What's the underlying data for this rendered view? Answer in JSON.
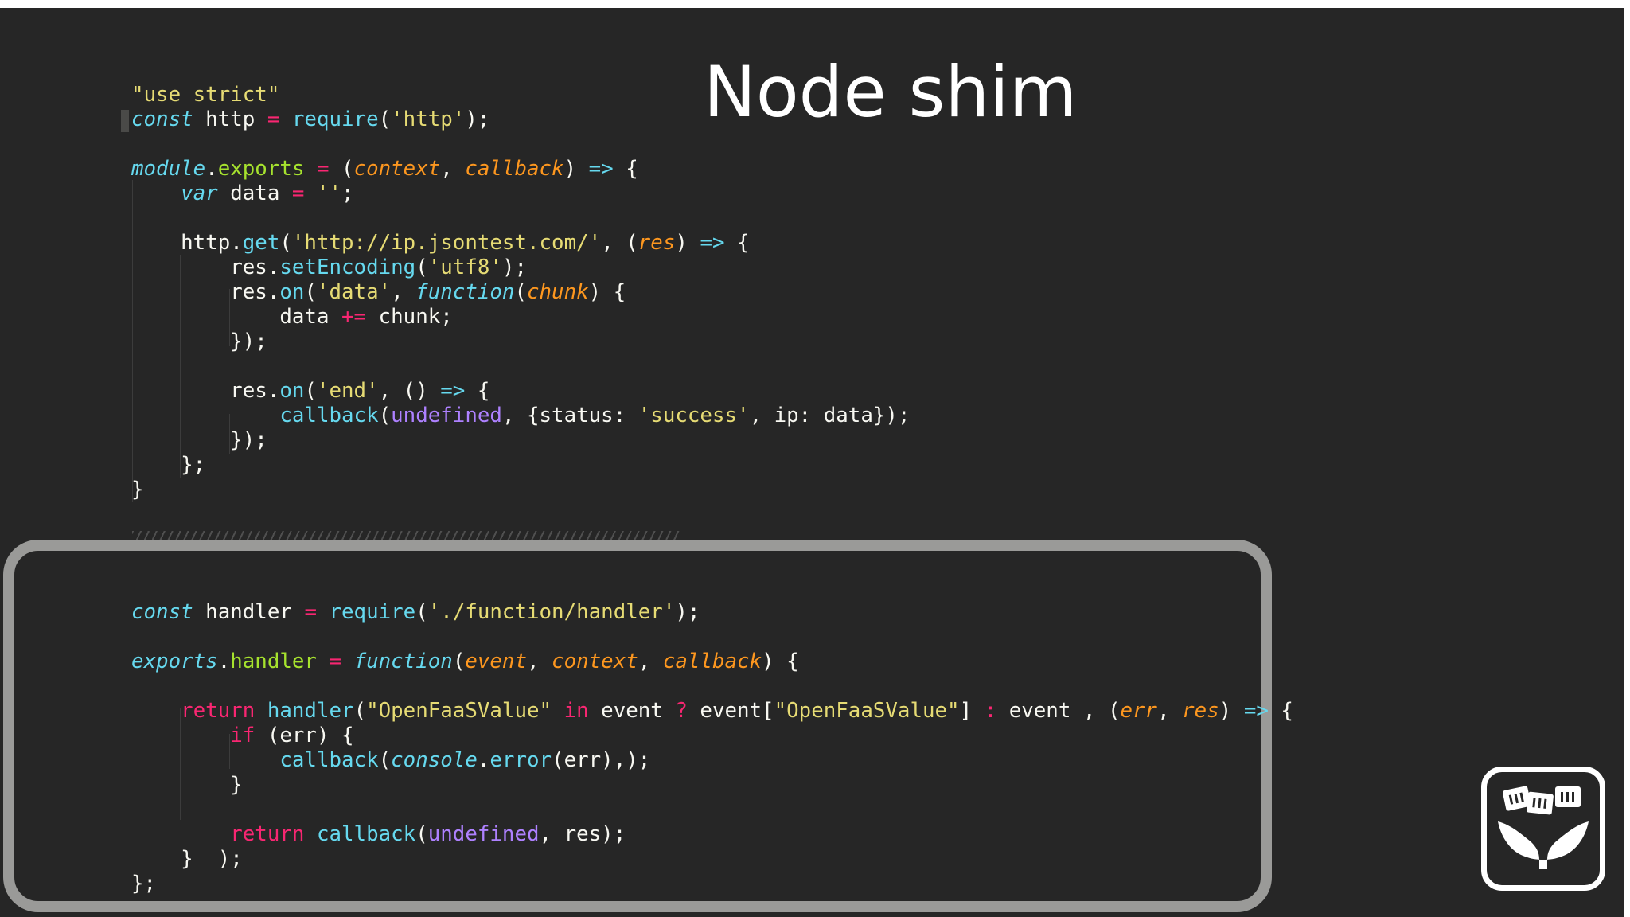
{
  "slide": {
    "title": "Node shim"
  },
  "code_top": [
    [
      {
        "t": "\"use strict\"",
        "c": "str"
      }
    ],
    [
      {
        "t": "const",
        "c": "kw"
      },
      {
        "t": " http ",
        "c": "plain"
      },
      {
        "t": "=",
        "c": "op"
      },
      {
        "t": " ",
        "c": "plain"
      },
      {
        "t": "require",
        "c": "fn"
      },
      {
        "t": "(",
        "c": "plain"
      },
      {
        "t": "'http'",
        "c": "str"
      },
      {
        "t": ");",
        "c": "plain"
      }
    ],
    [],
    [
      {
        "t": "module",
        "c": "kw"
      },
      {
        "t": ".",
        "c": "plain"
      },
      {
        "t": "exports",
        "c": "method"
      },
      {
        "t": " ",
        "c": "plain"
      },
      {
        "t": "=",
        "c": "op"
      },
      {
        "t": " (",
        "c": "plain"
      },
      {
        "t": "context",
        "c": "param"
      },
      {
        "t": ", ",
        "c": "plain"
      },
      {
        "t": "callback",
        "c": "param"
      },
      {
        "t": ") ",
        "c": "plain"
      },
      {
        "t": "=>",
        "c": "arrow"
      },
      {
        "t": " {",
        "c": "plain"
      }
    ],
    [
      {
        "t": "    ",
        "c": "plain"
      },
      {
        "t": "var",
        "c": "kw"
      },
      {
        "t": " data ",
        "c": "plain"
      },
      {
        "t": "=",
        "c": "op"
      },
      {
        "t": " ",
        "c": "plain"
      },
      {
        "t": "''",
        "c": "str"
      },
      {
        "t": ";",
        "c": "plain"
      }
    ],
    [],
    [
      {
        "t": "    http.",
        "c": "plain"
      },
      {
        "t": "get",
        "c": "fn"
      },
      {
        "t": "(",
        "c": "plain"
      },
      {
        "t": "'http://ip.jsontest.com/'",
        "c": "str"
      },
      {
        "t": ", (",
        "c": "plain"
      },
      {
        "t": "res",
        "c": "param"
      },
      {
        "t": ") ",
        "c": "plain"
      },
      {
        "t": "=>",
        "c": "arrow"
      },
      {
        "t": " {",
        "c": "plain"
      }
    ],
    [
      {
        "t": "        res.",
        "c": "plain"
      },
      {
        "t": "setEncoding",
        "c": "fn"
      },
      {
        "t": "(",
        "c": "plain"
      },
      {
        "t": "'utf8'",
        "c": "str"
      },
      {
        "t": ");",
        "c": "plain"
      }
    ],
    [
      {
        "t": "        res.",
        "c": "plain"
      },
      {
        "t": "on",
        "c": "fn"
      },
      {
        "t": "(",
        "c": "plain"
      },
      {
        "t": "'data'",
        "c": "str"
      },
      {
        "t": ", ",
        "c": "plain"
      },
      {
        "t": "function",
        "c": "kw"
      },
      {
        "t": "(",
        "c": "plain"
      },
      {
        "t": "chunk",
        "c": "param"
      },
      {
        "t": ") {",
        "c": "plain"
      }
    ],
    [
      {
        "t": "            data ",
        "c": "plain"
      },
      {
        "t": "+=",
        "c": "op"
      },
      {
        "t": " chunk;",
        "c": "plain"
      }
    ],
    [
      {
        "t": "        });",
        "c": "plain"
      }
    ],
    [],
    [
      {
        "t": "        res.",
        "c": "plain"
      },
      {
        "t": "on",
        "c": "fn"
      },
      {
        "t": "(",
        "c": "plain"
      },
      {
        "t": "'end'",
        "c": "str"
      },
      {
        "t": ", () ",
        "c": "plain"
      },
      {
        "t": "=>",
        "c": "arrow"
      },
      {
        "t": " {",
        "c": "plain"
      }
    ],
    [
      {
        "t": "            ",
        "c": "plain"
      },
      {
        "t": "callback",
        "c": "fn"
      },
      {
        "t": "(",
        "c": "plain"
      },
      {
        "t": "undefined",
        "c": "const"
      },
      {
        "t": ", {status: ",
        "c": "plain"
      },
      {
        "t": "'success'",
        "c": "str"
      },
      {
        "t": ", ip: data});",
        "c": "plain"
      }
    ],
    [
      {
        "t": "        });",
        "c": "plain"
      }
    ],
    [
      {
        "t": "    };",
        "c": "plain"
      }
    ],
    [
      {
        "t": "}",
        "c": "plain"
      }
    ]
  ],
  "code_bottom": [
    [
      {
        "t": "const",
        "c": "kw"
      },
      {
        "t": " handler ",
        "c": "plain"
      },
      {
        "t": "=",
        "c": "op"
      },
      {
        "t": " ",
        "c": "plain"
      },
      {
        "t": "require",
        "c": "fn"
      },
      {
        "t": "(",
        "c": "plain"
      },
      {
        "t": "'./function/handler'",
        "c": "str"
      },
      {
        "t": ");",
        "c": "plain"
      }
    ],
    [],
    [
      {
        "t": "exports",
        "c": "kw"
      },
      {
        "t": ".",
        "c": "plain"
      },
      {
        "t": "handler",
        "c": "method"
      },
      {
        "t": " ",
        "c": "plain"
      },
      {
        "t": "=",
        "c": "op"
      },
      {
        "t": " ",
        "c": "plain"
      },
      {
        "t": "function",
        "c": "kw"
      },
      {
        "t": "(",
        "c": "plain"
      },
      {
        "t": "event",
        "c": "param"
      },
      {
        "t": ", ",
        "c": "plain"
      },
      {
        "t": "context",
        "c": "param"
      },
      {
        "t": ", ",
        "c": "plain"
      },
      {
        "t": "callback",
        "c": "param"
      },
      {
        "t": ") {",
        "c": "plain"
      }
    ],
    [],
    [
      {
        "t": "    ",
        "c": "plain"
      },
      {
        "t": "return",
        "c": "kwr"
      },
      {
        "t": " ",
        "c": "plain"
      },
      {
        "t": "handler",
        "c": "fn"
      },
      {
        "t": "(",
        "c": "plain"
      },
      {
        "t": "\"OpenFaaSValue\"",
        "c": "str"
      },
      {
        "t": " ",
        "c": "plain"
      },
      {
        "t": "in",
        "c": "kwr"
      },
      {
        "t": " event ",
        "c": "plain"
      },
      {
        "t": "?",
        "c": "op"
      },
      {
        "t": " event[",
        "c": "plain"
      },
      {
        "t": "\"OpenFaaSValue\"",
        "c": "str"
      },
      {
        "t": "] ",
        "c": "plain"
      },
      {
        "t": ":",
        "c": "op"
      },
      {
        "t": " event , (",
        "c": "plain"
      },
      {
        "t": "err",
        "c": "param"
      },
      {
        "t": ", ",
        "c": "plain"
      },
      {
        "t": "res",
        "c": "param"
      },
      {
        "t": ") ",
        "c": "plain"
      },
      {
        "t": "=>",
        "c": "arrow"
      },
      {
        "t": " {",
        "c": "plain"
      }
    ],
    [
      {
        "t": "        ",
        "c": "plain"
      },
      {
        "t": "if",
        "c": "kwr"
      },
      {
        "t": " (err) {",
        "c": "plain"
      }
    ],
    [
      {
        "t": "            ",
        "c": "plain"
      },
      {
        "t": "callback",
        "c": "fn"
      },
      {
        "t": "(",
        "c": "plain"
      },
      {
        "t": "console",
        "c": "kw"
      },
      {
        "t": ".",
        "c": "plain"
      },
      {
        "t": "error",
        "c": "fn"
      },
      {
        "t": "(err),);",
        "c": "plain"
      }
    ],
    [
      {
        "t": "        }",
        "c": "plain"
      }
    ],
    [],
    [
      {
        "t": "        ",
        "c": "plain"
      },
      {
        "t": "return",
        "c": "kwr"
      },
      {
        "t": " ",
        "c": "plain"
      },
      {
        "t": "callback",
        "c": "fn"
      },
      {
        "t": "(",
        "c": "plain"
      },
      {
        "t": "undefined",
        "c": "const"
      },
      {
        "t": ", res);",
        "c": "plain"
      }
    ],
    [
      {
        "t": "    }  );",
        "c": "plain"
      }
    ],
    [
      {
        "t": "};",
        "c": "plain"
      }
    ]
  ],
  "colors": {
    "background": "#262626",
    "string": "#e6db74",
    "keyword": "#66d9ef",
    "control_keyword": "#f92672",
    "method": "#a6e22e",
    "parameter": "#fd971f",
    "constant": "#ae81ff",
    "frame": "#9a9a98"
  },
  "icons": {
    "logo": "openfaas-whale-logo-icon"
  }
}
